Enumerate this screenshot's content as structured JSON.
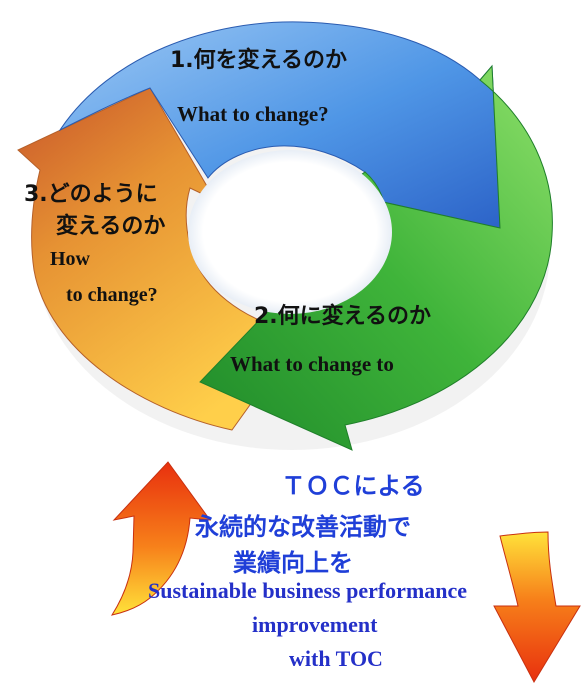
{
  "cycle": {
    "step1": {
      "jp": "1.何を変えるのか",
      "en": "What to change?"
    },
    "step2": {
      "jp": "2.何に変えるのか",
      "en": "What to change to"
    },
    "step3": {
      "jp_line1": "3.どのように",
      "jp_line2": "変えるのか",
      "en_line1": "How",
      "en_line2": "to change?"
    }
  },
  "caption": {
    "jp_line1": "ＴＯＣによる",
    "jp_line2": "永続的な改善活動で",
    "jp_line3": "業績向上を",
    "en_line1": "Sustainable business performance",
    "en_line2": "improvement",
    "en_line3": "with TOC"
  },
  "colors": {
    "blue_segment": "#4a90e0",
    "green_segment": "#4cbb3a",
    "orange_segment": "#e8942a",
    "caption_blue": "#1f3fd8",
    "arrow_red": "#e83a10",
    "arrow_yellow": "#ffd21a"
  }
}
